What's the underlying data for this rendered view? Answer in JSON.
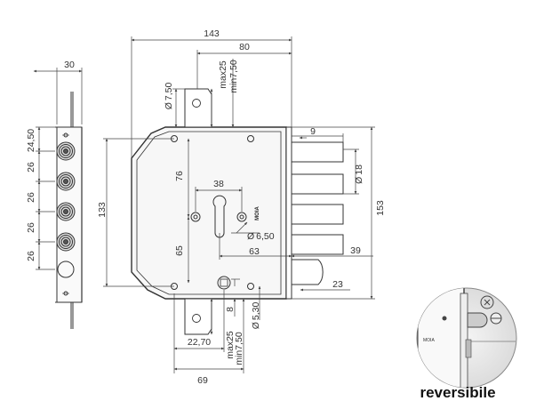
{
  "dimensions": {
    "d143": "143",
    "d80": "80",
    "d30": "30",
    "dmax25_top": "max25",
    "dmin750_top": "min7,50",
    "d750_top": "7,50",
    "d9": "9",
    "d18": "18",
    "d2450": "24,50",
    "d26_a": "26",
    "d26_b": "26",
    "d26_c": "26",
    "d26_d": "26",
    "d76": "76",
    "d38": "38",
    "d133": "133",
    "d153": "153",
    "d650": "6,50",
    "d63": "63",
    "d39": "39",
    "d65": "65",
    "d23": "23",
    "d8": "8",
    "d530": "5,30",
    "d2270": "22,70",
    "dmax25_bot": "max25",
    "dmin750_bot": "min7,50",
    "d69": "69"
  },
  "symbols": {
    "diameter": "Ø"
  },
  "brand": {
    "name": "MOIA",
    "inset_name": "MOIA"
  },
  "note": {
    "reversible": "reversibile"
  }
}
